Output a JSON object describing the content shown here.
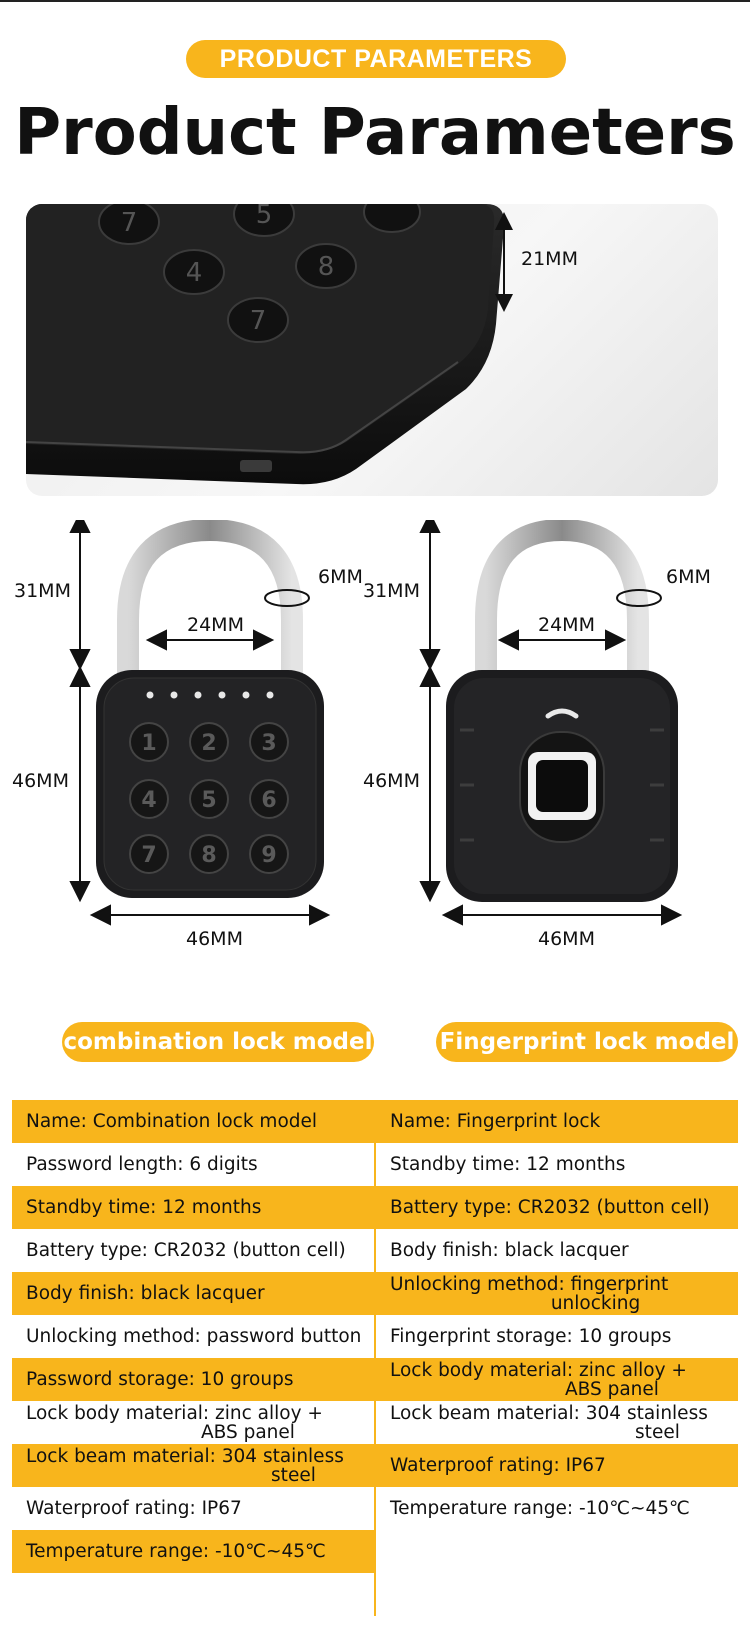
{
  "header": {
    "badge": "PRODUCT PARAMETERS",
    "title": "Product Parameters"
  },
  "dimensions": {
    "thickness": "21MM",
    "combination": {
      "shackle_height": "31MM",
      "shackle_width": "24MM",
      "shackle_diameter": "6MM",
      "body_height": "46MM",
      "body_width": "46MM"
    },
    "fingerprint": {
      "shackle_height": "31MM",
      "shackle_width": "24MM",
      "shackle_diameter": "6MM",
      "body_height": "46MM",
      "body_width": "46MM"
    }
  },
  "keypad_digits": [
    "1",
    "2",
    "3",
    "4",
    "5",
    "6",
    "7",
    "8",
    "9"
  ],
  "models": {
    "left_label": "combination lock model",
    "right_label": "Fingerprint lock model"
  },
  "specs": {
    "left": [
      "Name: Combination lock model",
      "Password length: 6 digits",
      "Standby time: 12 months",
      "Battery type: CR2032 (button cell)",
      "Body finish: black lacquer",
      "Unlocking method: password button",
      "Password storage: 10 groups",
      [
        "Lock body material: zinc alloy +",
        "ABS panel"
      ],
      [
        "Lock beam material: 304 stainless",
        "steel"
      ],
      "Waterproof rating: IP67",
      "Temperature range: -10℃~45℃"
    ],
    "right": [
      "Name:  Fingerprint lock",
      "Standby time: 12 months",
      "Battery type: CR2032 (button cell)",
      "Body finish: black lacquer",
      [
        "Unlocking method: fingerprint",
        "unlocking"
      ],
      "Fingerprint storage: 10 groups",
      [
        "Lock body material: zinc alloy +",
        "ABS panel"
      ],
      [
        "Lock beam material: 304 stainless",
        "steel"
      ],
      "Waterproof rating: IP67",
      "Temperature range: -10℃~45℃"
    ]
  },
  "colors": {
    "accent": "#f8b51c",
    "lock_body": "#1c1c1e",
    "text": "#111111"
  }
}
